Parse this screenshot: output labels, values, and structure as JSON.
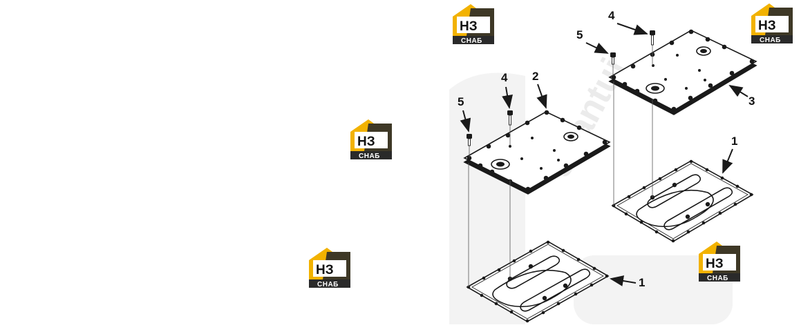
{
  "colors": {
    "logo_yellow": "#f2b200",
    "logo_dark": "#2a2a2a",
    "line": "#1a1a1a",
    "watermark": "#ebebeb"
  },
  "logo": {
    "main": "НЗ",
    "sub": "СНАБ"
  },
  "watermark": {
    "text": "shantui"
  },
  "callouts": {
    "c1a": "1",
    "c1b": "1",
    "c2": "2",
    "c3": "3",
    "c4a": "4",
    "c4b": "4",
    "c5a": "5",
    "c5b": "5"
  }
}
